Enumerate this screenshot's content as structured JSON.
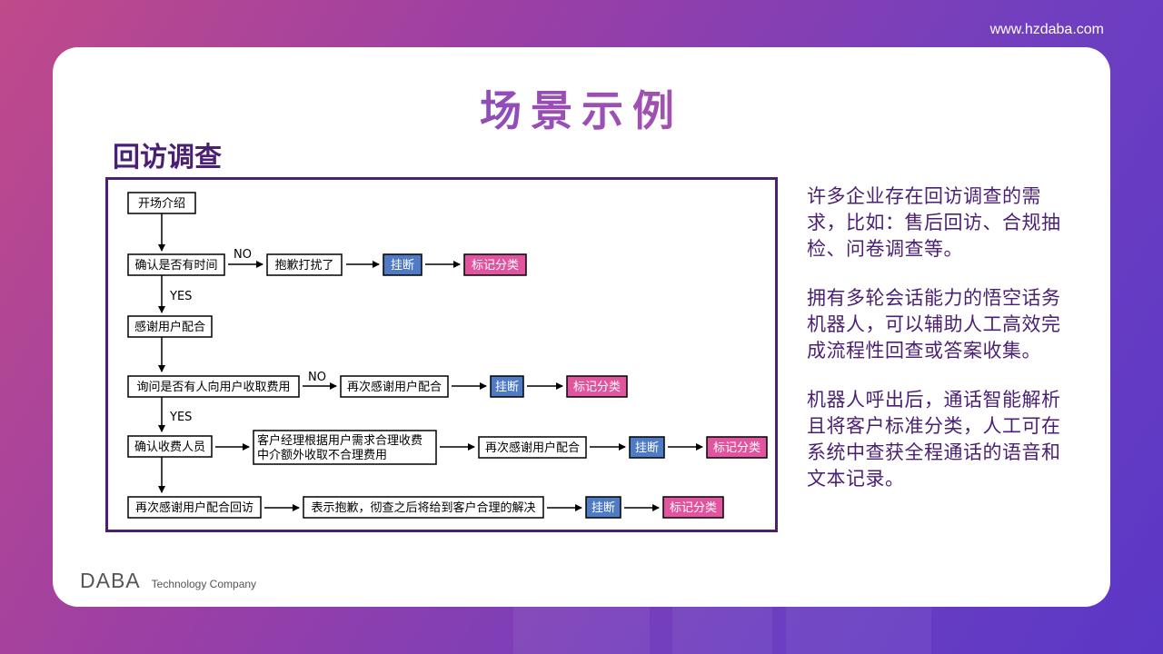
{
  "site_url": "www.hzdaba.com",
  "title": "场景示例",
  "section_heading": "回访调查",
  "flowchart": {
    "nodes": {
      "start": "开场介绍",
      "check_time": "确认是否有时间",
      "apologize": "抱歉打扰了",
      "hangup_1": "挂断",
      "mark_1": "标记分类",
      "thank": "感谢用户配合",
      "ask_fee": "询问是否有人向用户收取费用",
      "thank_again_1": "再次感谢用户配合",
      "hangup_2": "挂断",
      "mark_2": "标记分类",
      "confirm_staff": "确认收费人员",
      "manager_line1": "客户经理根据用户需求合理收费",
      "manager_line2": "中介额外收取不合理费用",
      "thank_again_2": "再次感谢用户配合",
      "hangup_3": "挂断",
      "mark_3": "标记分类",
      "thank_revisit": "再次感谢用户配合回访",
      "apology_resolve": "表示抱歉，彻查之后将给到客户合理的解决",
      "hangup_4": "挂断",
      "mark_4": "标记分类"
    },
    "edge_labels": {
      "no_1": "NO",
      "yes_1": "YES",
      "no_2": "NO",
      "yes_2": "YES"
    },
    "colors": {
      "hangup": "#4f7ac4",
      "mark": "#e0559e",
      "frame": "#4b1f74"
    }
  },
  "description": {
    "p1": "许多企业存在回访调查的需求，比如：售后回访、合规抽检、问卷调查等。",
    "p2": "拥有多轮会话能力的悟空话务机器人，可以辅助人工高效完成流程性回查或答案收集。",
    "p3": "机器人呼出后，通话智能解析且将客户标准分类，人工可在系统中查获全程通话的语音和文本记录。"
  },
  "brand": {
    "name": "DABA",
    "tagline": "Technology Company"
  }
}
